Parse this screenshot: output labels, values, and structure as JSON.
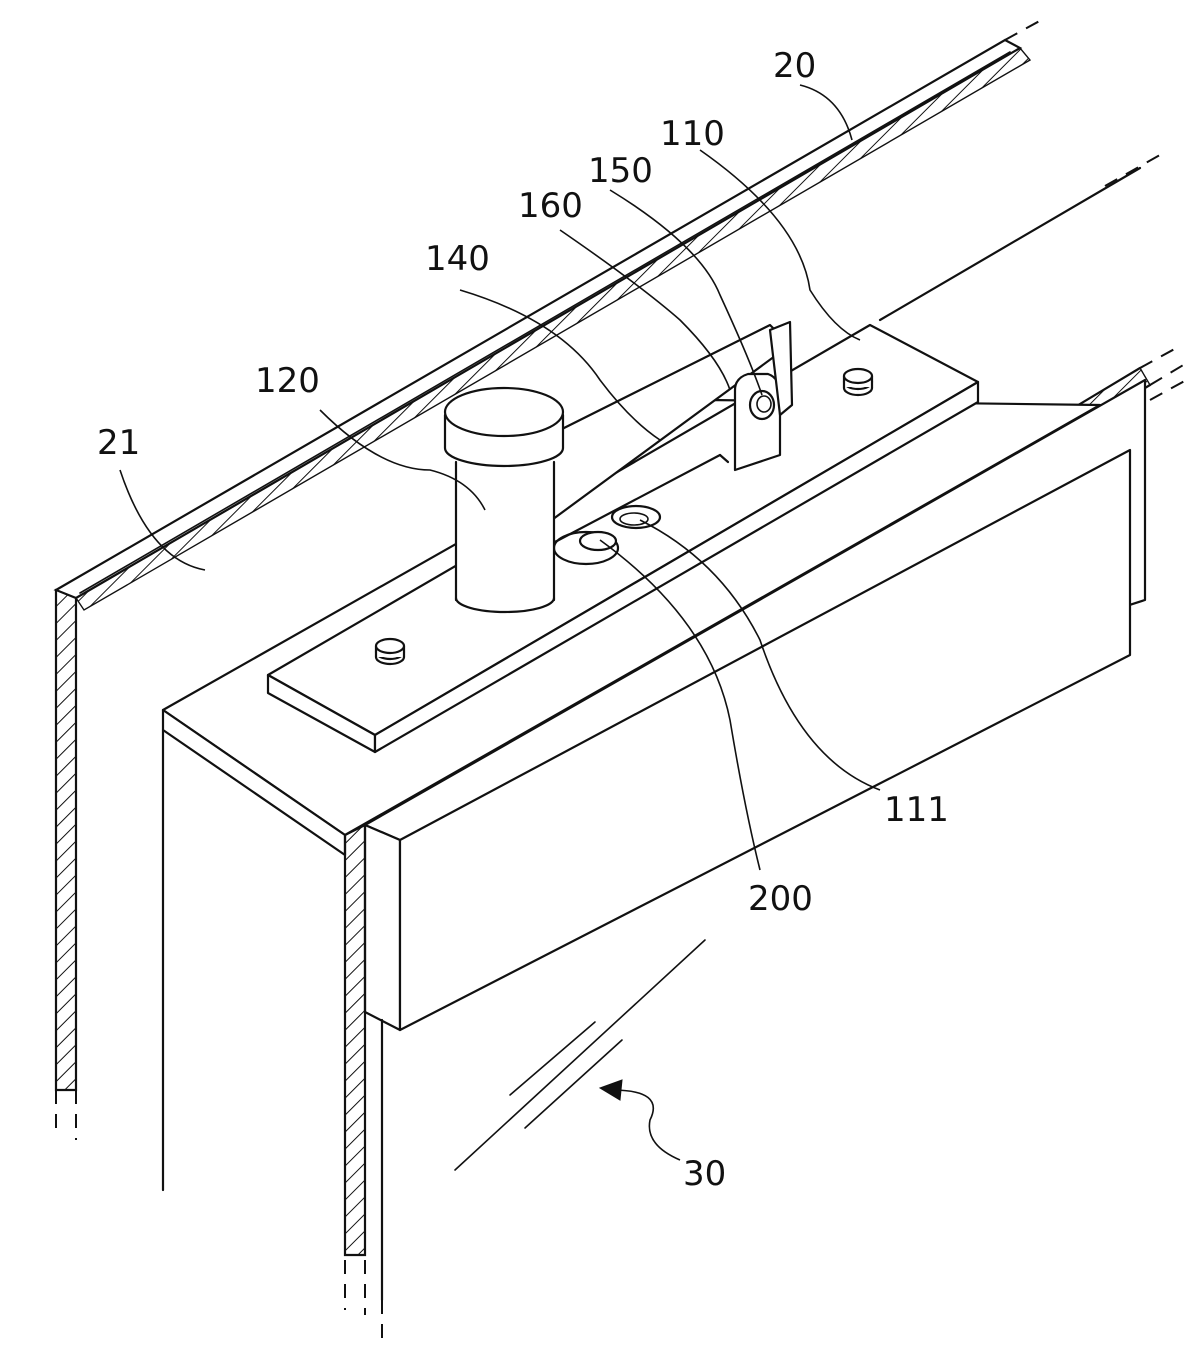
{
  "labels": {
    "l20": "20",
    "l21": "21",
    "l30": "30",
    "l110": "110",
    "l111": "111",
    "l120": "120",
    "l140": "140",
    "l150": "150",
    "l160": "160",
    "l200": "200"
  }
}
